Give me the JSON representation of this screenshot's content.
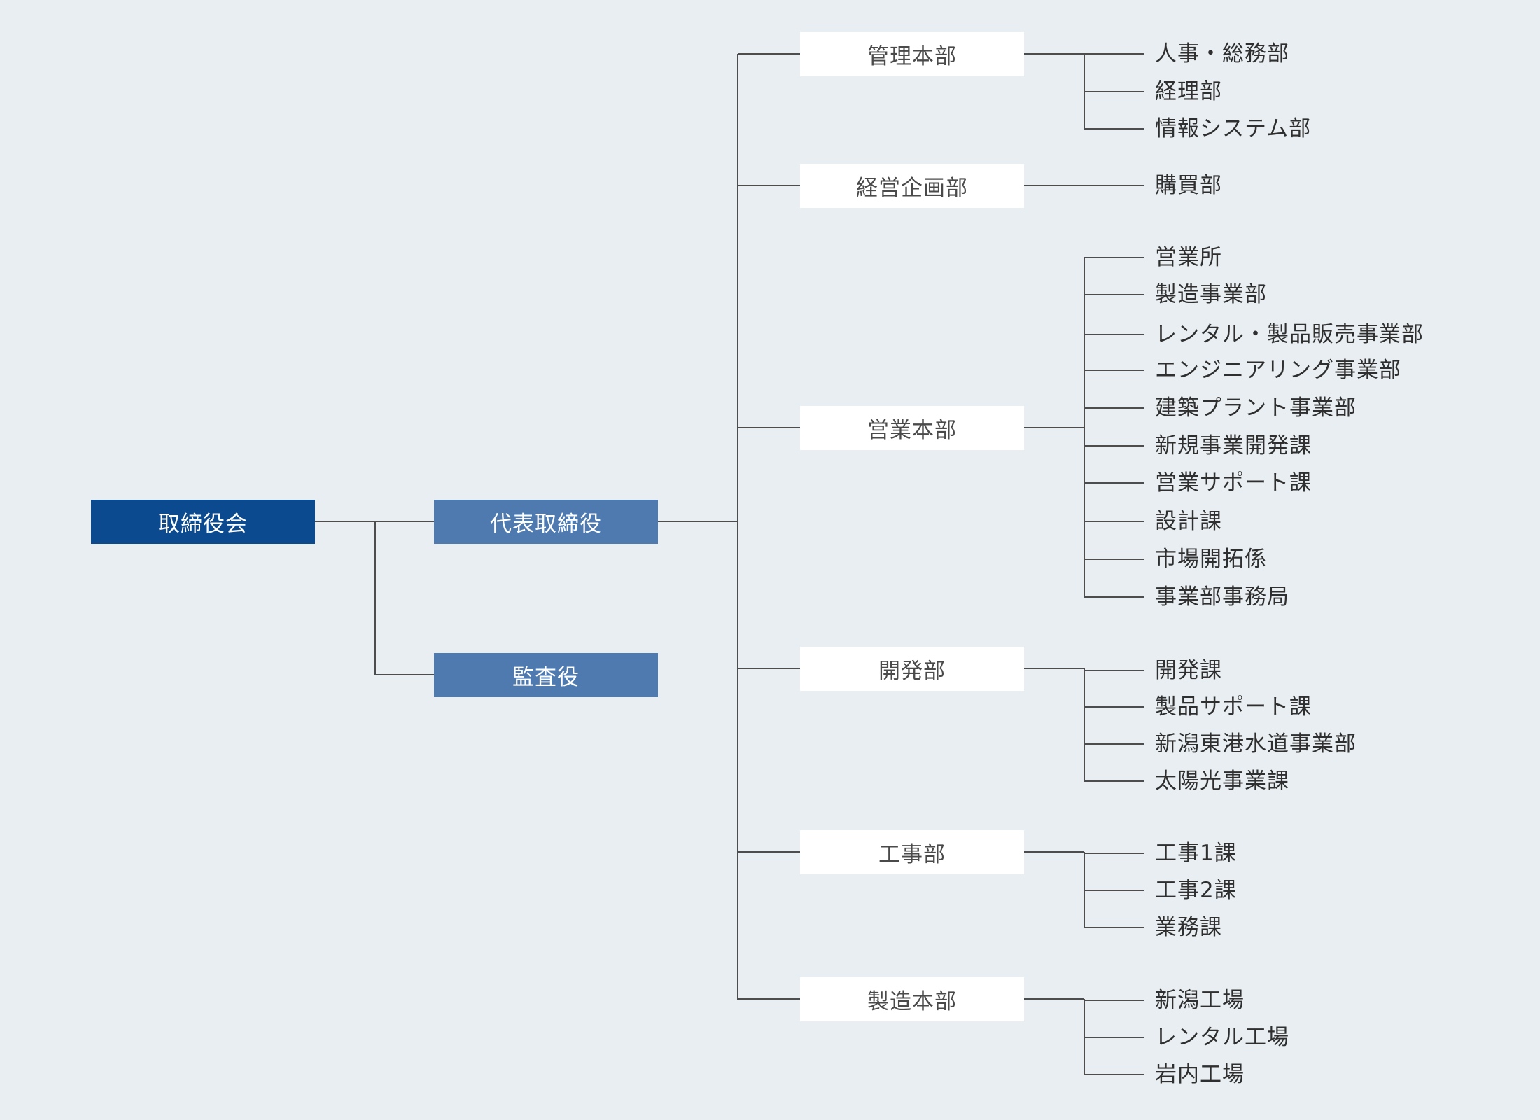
{
  "org_chart": {
    "board": {
      "label": "取締役会"
    },
    "ceo": {
      "label": "代表取締役"
    },
    "auditor": {
      "label": "監査役"
    },
    "departments": [
      {
        "label": "管理本部",
        "units": [
          "人事・総務部",
          "経理部",
          "情報システム部"
        ]
      },
      {
        "label": "経営企画部",
        "units": [
          "購買部"
        ]
      },
      {
        "label": "営業本部",
        "units": [
          "営業所",
          "製造事業部",
          "レンタル・製品販売事業部",
          "エンジニアリング事業部",
          "建築プラント事業部",
          "新規事業開発課",
          "営業サポート課",
          "設計課",
          "市場開拓係",
          "事業部事務局"
        ]
      },
      {
        "label": "開発部",
        "units": [
          "開発課",
          "製品サポート課",
          "新潟東港水道事業部",
          "太陽光事業課"
        ]
      },
      {
        "label": "工事部",
        "units": [
          "工事1課",
          "工事2課",
          "業務課"
        ]
      },
      {
        "label": "製造本部",
        "units": [
          "新潟工場",
          "レンタル工場",
          "岩内工場"
        ]
      }
    ]
  },
  "colors": {
    "background": "#e8eef1",
    "board_box": "#0b4a8f",
    "exec_box": "#4e7ab0",
    "dept_box": "#ffffff",
    "connector": "#4d4d4d"
  }
}
